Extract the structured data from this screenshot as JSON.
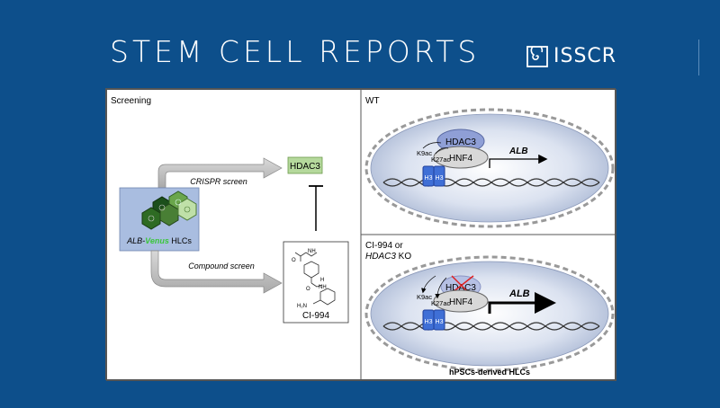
{
  "header": {
    "journal_title": "STEM CELL REPORTS",
    "society_name": "ISSCR",
    "society_logo_icon": "isscr-spiral-logo-icon"
  },
  "figure": {
    "screening": {
      "panel_label": "Screening",
      "cells_label_prefix": "ALB-",
      "cells_label_reporter": "Venus",
      "cells_label_suffix": " HLCs",
      "crispr_label": "CRISPR screen",
      "compound_label": "Compound screen",
      "target_label": "HDAC3",
      "compound_name": "CI-994",
      "structure_atoms": [
        "O",
        "NH",
        "O",
        "H",
        "NH",
        "H₂N"
      ]
    },
    "wt": {
      "panel_label": "WT",
      "hdac_label": "HDAC3",
      "tf_label": "HNF4",
      "histone_mark_1": "K9ac",
      "histone_mark_2": "K27ac",
      "histone_1": "H3",
      "histone_2": "H3",
      "gene_label": "ALB"
    },
    "ko": {
      "panel_label_line1": "CI-994 or",
      "panel_label_gene": "HDAC3",
      "panel_label_suffix": " KO",
      "hdac_label": "HDAC3",
      "tf_label": "HNF4",
      "histone_mark_1": "K9ac",
      "histone_mark_2": "K27ac",
      "histone_1": "H3",
      "histone_2": "H3",
      "gene_label": "ALB",
      "cell_type_label": "hPSCs-derived HLCs"
    },
    "colors": {
      "background": "#0d4f8b",
      "hdac_fill": "#8f9fd6",
      "tf_fill": "#d8d8d8",
      "histone_fill": "#3f6fd6",
      "target_box": "#b5d99c",
      "cell_fill": "#dfe6f3",
      "inhibition_cross": "#e02020",
      "venus_green": "#3bc63b"
    }
  }
}
